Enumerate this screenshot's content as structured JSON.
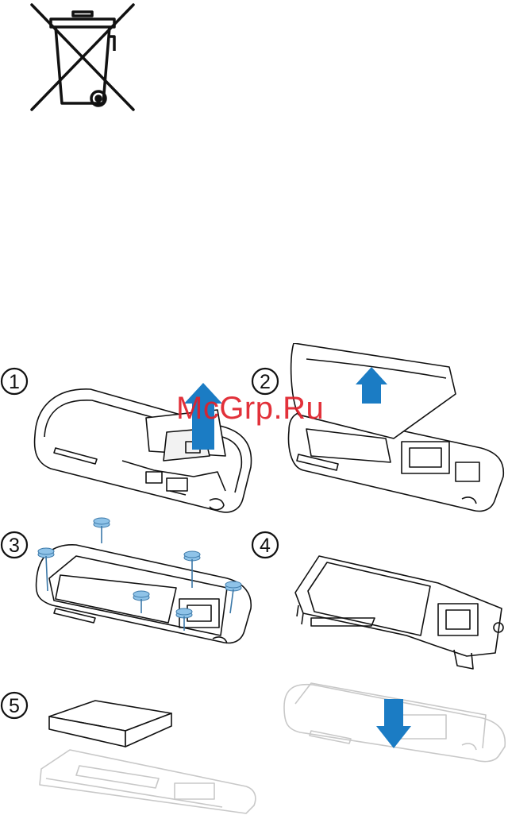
{
  "page": {
    "weee_symbol": {
      "icon": "crossed-out-wheelie-bin-icon"
    },
    "steps": [
      {
        "number": "1",
        "illustration": "player-back-cover-lift-icon"
      },
      {
        "number": "2",
        "illustration": "player-back-cover-removed-icon"
      },
      {
        "number": "3",
        "illustration": "player-five-screws-icon"
      },
      {
        "number": "4",
        "illustration": "player-board-separation-icon"
      },
      {
        "number": "5",
        "illustration": "battery-removal-icon"
      }
    ],
    "watermark": "McGrp.Ru"
  },
  "colors": {
    "ink": "#111111",
    "arrow": "#1b7cc4",
    "screw": "#8fc3e8",
    "watermark": "#e0202a",
    "ghost": "#c8c8c8"
  }
}
